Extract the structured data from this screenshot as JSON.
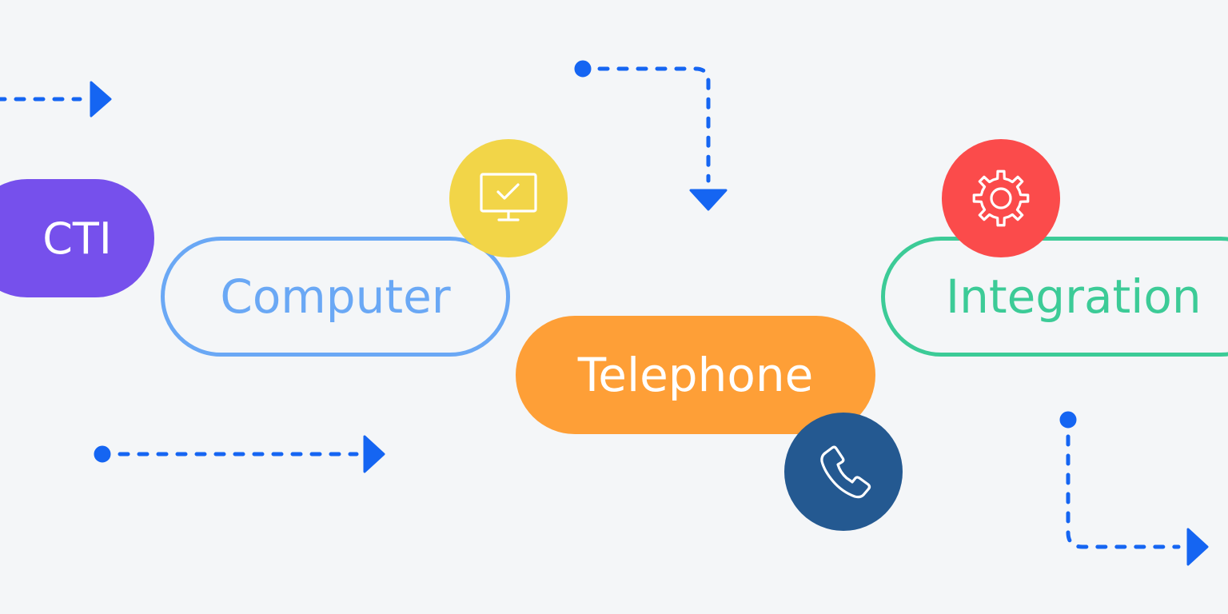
{
  "diagram": {
    "labels": {
      "cti": "CTI",
      "computer": "Computer",
      "telephone": "Telephone",
      "integration": "Integration"
    },
    "icons": {
      "monitor": "monitor-check-icon",
      "gear": "gear-icon",
      "phone": "phone-icon"
    },
    "colors": {
      "background": "#f4f6f8",
      "cti": "#7650ec",
      "computer": "#6aa8f5",
      "telephone": "#fe9f37",
      "integration": "#3ccb97",
      "monitor": "#f2d548",
      "gear": "#fb4b4b",
      "phone": "#245991",
      "arrows": "#1565f2"
    }
  }
}
